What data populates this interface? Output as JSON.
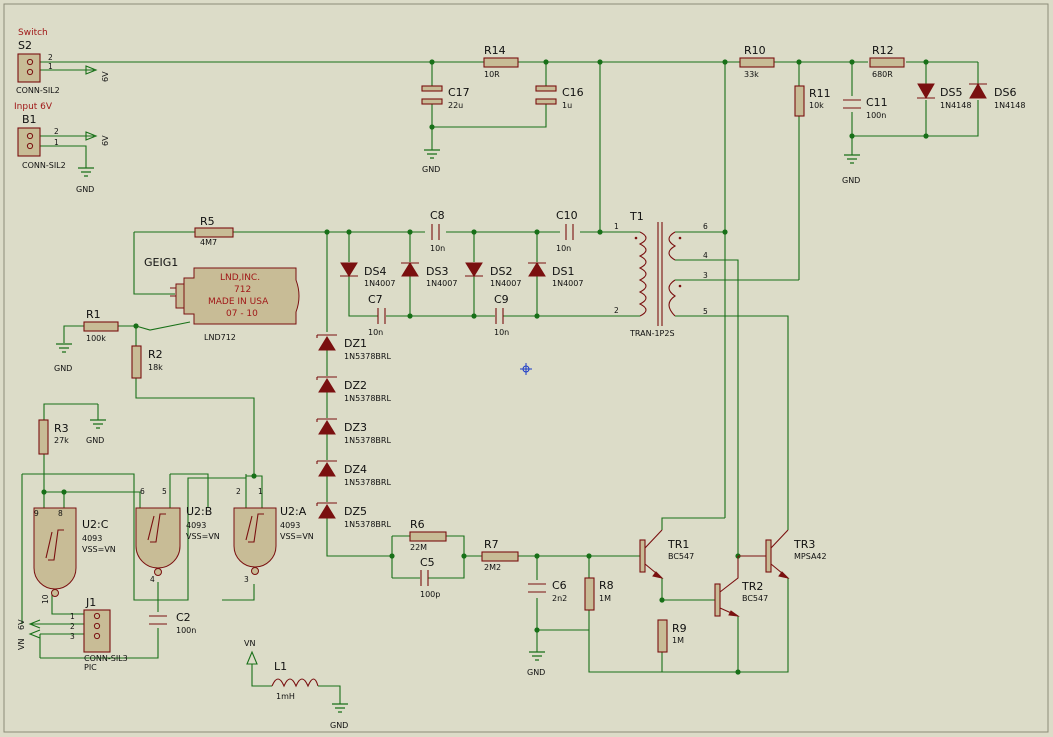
{
  "ref": {
    "S2": "S2",
    "B1": "B1",
    "R14": "R14",
    "R10": "R10",
    "R12": "R12",
    "C17": "C17",
    "C16": "C16",
    "R11": "R11",
    "C11": "C11",
    "DS5": "DS5",
    "DS6": "DS6",
    "R5": "R5",
    "C8": "C8",
    "C10": "C10",
    "T1": "T1",
    "GEIG1": "GEIG1",
    "R1": "R1",
    "R2": "R2",
    "DS4": "DS4",
    "DS3": "DS3",
    "DS2": "DS2",
    "DS1": "DS1",
    "C7": "C7",
    "C9": "C9",
    "DZ1": "DZ1",
    "DZ2": "DZ2",
    "DZ3": "DZ3",
    "DZ4": "DZ4",
    "DZ5": "DZ5",
    "R3": "R3",
    "U2C": "U2:C",
    "U2B": "U2:B",
    "U2A": "U2:A",
    "R6": "R6",
    "C5": "C5",
    "R7": "R7",
    "C6": "C6",
    "R8": "R8",
    "R9": "R9",
    "TR1": "TR1",
    "TR2": "TR2",
    "TR3": "TR3",
    "J1": "J1",
    "C2": "C2",
    "L1": "L1"
  },
  "val": {
    "S2": "CONN-SIL2",
    "B1": "CONN-SIL2",
    "R14": "10R",
    "R10": "33k",
    "R12": "680R",
    "C17": "22u",
    "C16": "1u",
    "R11": "10k",
    "C11": "100n",
    "DS5": "1N4148",
    "DS6": "1N4148",
    "R5": "4M7",
    "C8": "10n",
    "C10": "10n",
    "T1": "TRAN-1P2S",
    "GEIG1": "LND712",
    "R1": "100k",
    "R2": "18k",
    "DS4": "1N4007",
    "DS3": "1N4007",
    "DS2": "1N4007",
    "DS1": "1N4007",
    "C7": "10n",
    "C9": "10n",
    "DZ1": "1N5378BRL",
    "DZ2": "1N5378BRL",
    "DZ3": "1N5378BRL",
    "DZ4": "1N5378BRL",
    "DZ5": "1N5378BRL",
    "R3": "27k",
    "U2C": "4093",
    "U2B": "4093",
    "U2A": "4093",
    "U2vss": "VSS=VN",
    "R6": "22M",
    "C5": "100p",
    "R7": "2M2",
    "C6": "2n2",
    "R8": "1M",
    "R9": "1M",
    "TR1": "BC547",
    "TR2": "BC547",
    "TR3": "MPSA42",
    "J1": "CONN-SIL3",
    "J1b": "PIC",
    "C2": "100n",
    "L1": "1mH"
  },
  "labels": {
    "switch": "Switch",
    "input": "Input 6V"
  },
  "tube": {
    "l1": "LND,INC.",
    "l2": "712",
    "l3": "MADE IN USA",
    "l4": "07 - 10"
  },
  "net": {
    "gnd": "GND",
    "v6": "6V",
    "vn": "VN"
  },
  "pins": {
    "p1": "1",
    "p2": "2",
    "p3": "3",
    "p4": "4",
    "p5": "5",
    "p6": "6",
    "p8": "8",
    "p9": "9",
    "p10": "10"
  }
}
